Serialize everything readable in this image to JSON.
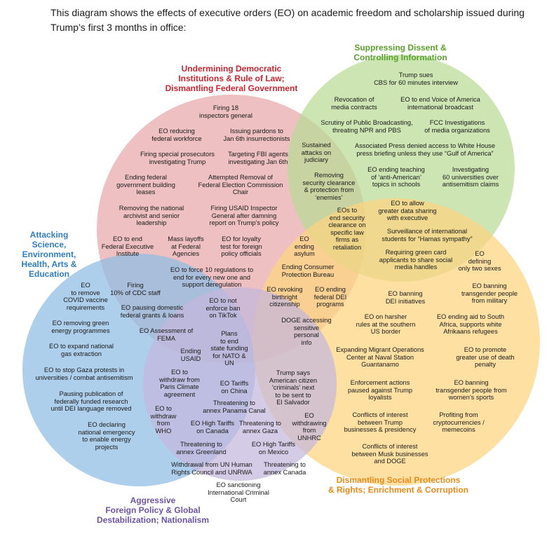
{
  "intro": "This diagram shows the effects of executive orders (EO) on academic freedom and scholarship issued during Trump’s first 3 months in office:",
  "colors": {
    "red": "#e8a7aa",
    "green": "#b8db94",
    "blue": "#8fbde4",
    "orange": "#fdd47f",
    "purple": "#c4b7dd"
  },
  "headings": {
    "red": "Undermining Democratic\nInstitutions & Rule of Law;\nDismantling Federal Government",
    "green": "Suppressing Dissent &\nControlling Information",
    "blue": "Attacking\nScience,\nEnvironment,\nHealth, Arts &\nEducation",
    "orange": "Dismantling Social Protections\n& Rights; Enrichment & Corruption",
    "purple": "Aggressive\nForeign Policy & Global\nDestabilization; Nationalism"
  },
  "items": {
    "r1": "Firing 18\ninspectors general",
    "r2": "EO reducing\nfederal workforce",
    "r3": "Issuing pardons to\nJan 6th insurrectionists",
    "r4": "Firing special prosecutors\ninvestigating Trump",
    "r5": "Targeting FBI agents\ninvestigating Jan 6th",
    "r6": "Ending federal\ngovernment building\nleases",
    "r7": "Attempted Removal of\nFederal Election Commission\nChair",
    "r8": "Removing the national\narchivist and senior\nleadership",
    "r9": "Firing USAID Inspector\nGeneral after damning\nreport on Trump’s policy",
    "r10": "EO to end\nFederal Executive\nInstitute",
    "r11": "Mass layoffs\nat Federal\nAgencies",
    "r12": "EO for loyalty\ntest for foreign\npolicy officials",
    "r13": "EO to force 10 regulations to\nend for every new one and\nsupport deregulation",
    "r14": "EO to not\nenforce ban\non TikTok",
    "rg1": "Sustained\nattacks on\njudiciary",
    "rg2": "Removing\nsecurity clearance\n& protection from\n‘enemies’",
    "g1": "Trump sues\nCBS for 60 minutes interview",
    "g2": "Revocation of\nmedia contracts",
    "g3": "EO to end Voice of America\ninternational broadcast",
    "g4": "Scrutiny of Public Broadcasting,\nthreating NPR and PBS",
    "g5": "FCC Investigations\nof media organizations",
    "g6": "Associated Press denied access to White House\npress briefing unless they use “Gulf of America”",
    "g7": "EO ending teaching\nof ‘anti-American’\ntopics in schools",
    "g8": "Investigating\n60 universities over\nantisemitism claims",
    "rgo1": "EOs to\nend security\nclearance on\nspecific law\nfirms as\nretaliation",
    "go1": "EO to allow\ngreater data sharing\nwith executive",
    "go2": "Surveillance of international\nstudents for “Hamas sympathy”",
    "go3": "Requiring green card\napplicants to share social\nmedia handles",
    "ro1": "EO\nending\nasylum",
    "ro2": "Ending Consumer\nProtection Bureau",
    "ro3": "EO revoking\nbirthright\ncitizenship",
    "ro4": "EO ending\nfederal DEI\nprograms",
    "ro5": "DOGE accessing\nsensitive\npersonal\ninfo",
    "o1": "EO\ndefining\nonly two sexes",
    "o2": "EO banning\nDEI initiatives",
    "o3": "EO banning\ntransgender people\nfrom military",
    "o4": "EO on harsher\nrules at the southern\nUS border",
    "o5": "EO ending aid to South\nAfrica, supports white\nAfrikaans refugees",
    "o6": "Expanding Migrant Operations\nCenter at Naval Station\nGuantanamo",
    "o7": "EO to promote\ngreater use of death\npenalty",
    "o8": "Enforcement actions\npaused against Trump\nloyalists",
    "o9": "EO banning\ntransgender people from\nwomen’s sports",
    "o10": "Conflicts of interest\nbetween Trump\nbusinesses & presidency",
    "o11": "Profiting from\ncryptocurrencies /\nmemecoins",
    "o12": "Conflicts of interest\nbetween Musk businesses\nand DOGE",
    "b1": "EO\nto remove\nCOVID vaccine\nrequirements",
    "b2": "EO removing green\nenergy programmes",
    "b3": "EO to expand national\ngas extraction",
    "b4": "EO to stop Gaza protests in\nuniversities / combat antisemitism",
    "b5": "Pausing publication of\nfederally funded research\nuntil DEI language removed",
    "b6": "EO declaring\nnational emergency\nto enable energy\nprojects",
    "br1": "Firing\n10% of CDC staff",
    "br2": "EO pausing domestic\nfederal grants & loans",
    "br3": "EO Assessment of\nFEMA",
    "rbp1": "Ending\nUSAID",
    "rp1": "Plans\nto end\nstate funding\nfor NATO &\nUN",
    "bp1": "EO to\nwithdraw from\nParis Climate\nagreement",
    "bp2": "EO to\nwithdraw\nfrom\nWHO",
    "p1": "EO Tariffs\non China",
    "p2": "Threatening to\nannex Panama Canal",
    "p3": "EO High Tariffs\non Canada",
    "p4": "Threatening to\nannex Gaza",
    "p5": "Threatening to\nannex Greenland",
    "p6": "EO High Tariffs\non Mexico",
    "p7": "Withdrawal from UN Human\nRights Council and UNRWA",
    "p8": "Threatening to\nannex Canada",
    "p9": "EO sanctioning\nInternational Criminal\nCourt",
    "po1": "Trump says\nAmerican citizen\n‘criminals’ next\nto be sent to\nEl Salvador",
    "po2": "EO\nwithdrawing\nfrom\nUNHRC"
  }
}
